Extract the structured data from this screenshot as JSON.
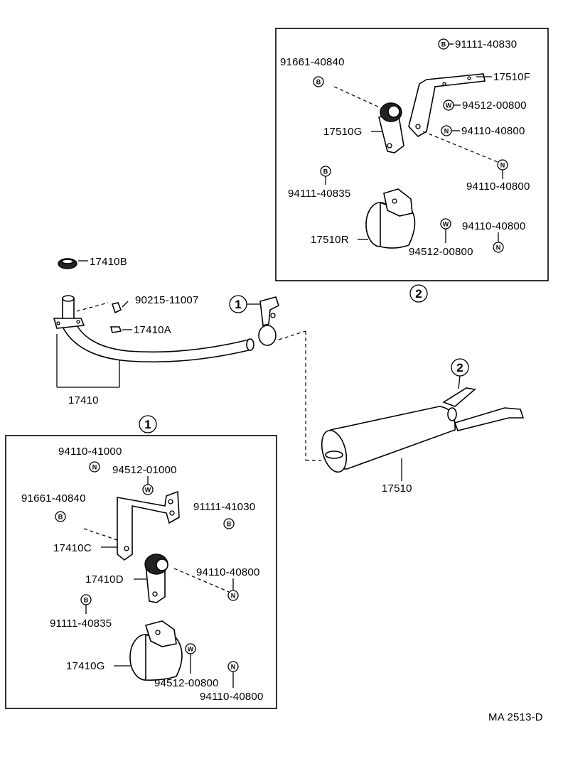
{
  "parts": {
    "p_17410B": "17410B",
    "p_90215_11007": "90215-11007",
    "p_17410A": "17410A",
    "p_17410": "17410",
    "p_17510": "17510",
    "top_91111_40830": "91111-40830",
    "top_91661_40840": "91661-40840",
    "top_17510F": "17510F",
    "top_94512_00800_a": "94512-00800",
    "top_17510G": "17510G",
    "top_94110_40800_a": "94110-40800",
    "top_94110_40800_b": "94110-40800",
    "top_94111_40835": "94111-40835",
    "top_94110_40800_c": "94110-40800",
    "top_17510R": "17510R",
    "top_94512_00800_b": "94512-00800",
    "bot_94110_41000": "94110-41000",
    "bot_94512_01000": "94512-01000",
    "bot_91661_40840": "91661-40840",
    "bot_91111_41030": "91111-41030",
    "bot_17410C": "17410C",
    "bot_17410D": "17410D",
    "bot_94110_40800_a": "94110-40800",
    "bot_91111_40835": "91111-40835",
    "bot_17410G": "17410G",
    "bot_94512_00800": "94512-00800",
    "bot_94110_40800_b": "94110-40800"
  },
  "symbols": {
    "bolt": "B",
    "nut": "N",
    "washer": "W"
  },
  "callouts": {
    "one": "1",
    "two": "2"
  },
  "ref_code": "MA 2513-D"
}
